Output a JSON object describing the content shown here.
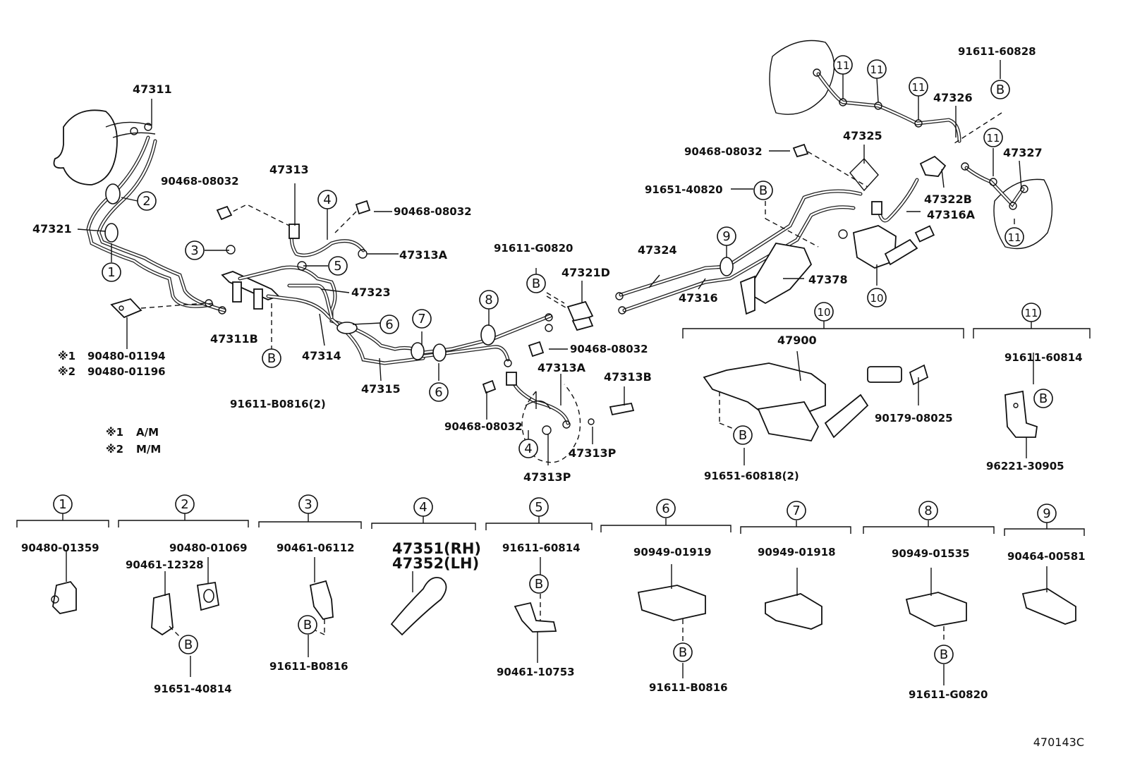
{
  "diagram": {
    "code": "470143C",
    "notes": [
      {
        "mark": "※1",
        "text": "A/M"
      },
      {
        "mark": "※2",
        "text": "M/M"
      }
    ],
    "labels": [
      {
        "id": "p47311",
        "text": "47311"
      },
      {
        "id": "p47321",
        "text": "47321"
      },
      {
        "id": "p47313",
        "text": "47313"
      },
      {
        "id": "p90468a",
        "text": "90468-08032"
      },
      {
        "id": "p90468b",
        "text": "90468-08032"
      },
      {
        "id": "p47313A",
        "text": "47313A"
      },
      {
        "id": "p47323",
        "text": "47323"
      },
      {
        "id": "p47311B",
        "text": "47311B"
      },
      {
        "id": "p47314",
        "text": "47314"
      },
      {
        "id": "p47315",
        "text": "47315"
      },
      {
        "id": "p91611B0816_2",
        "text": "91611-B0816(2)"
      },
      {
        "id": "p90480_01194",
        "text": "90480-01194"
      },
      {
        "id": "p90480_01196",
        "text": "90480-01196"
      },
      {
        "id": "p91611G0820",
        "text": "91611-G0820"
      },
      {
        "id": "p47321D",
        "text": "47321D"
      },
      {
        "id": "p90468c",
        "text": "90468-08032"
      },
      {
        "id": "p47313A2",
        "text": "47313A"
      },
      {
        "id": "p47313B",
        "text": "47313B"
      },
      {
        "id": "p90468d",
        "text": "90468-08032"
      },
      {
        "id": "p47313P",
        "text": "47313P"
      },
      {
        "id": "p47313P2",
        "text": "47313P"
      },
      {
        "id": "p47324",
        "text": "47324"
      },
      {
        "id": "p47316",
        "text": "47316"
      },
      {
        "id": "p47378",
        "text": "47378"
      },
      {
        "id": "p91651_40820",
        "text": "91651-40820"
      },
      {
        "id": "p90468e",
        "text": "90468-08032"
      },
      {
        "id": "p47325",
        "text": "47325"
      },
      {
        "id": "p47326",
        "text": "47326"
      },
      {
        "id": "p91611_60828",
        "text": "91611-60828"
      },
      {
        "id": "p47327",
        "text": "47327"
      },
      {
        "id": "p47322B",
        "text": "47322B"
      },
      {
        "id": "p47316A",
        "text": "47316A"
      },
      {
        "id": "p47900",
        "text": "47900"
      },
      {
        "id": "p90179",
        "text": "90179-08025"
      },
      {
        "id": "p91651_60818",
        "text": "91651-60818(2)"
      },
      {
        "id": "p91611_60814a",
        "text": "91611-60814"
      },
      {
        "id": "p96221",
        "text": "96221-30905"
      },
      {
        "id": "d1_a",
        "text": "90480-01359"
      },
      {
        "id": "d2_a",
        "text": "90480-01069"
      },
      {
        "id": "d2_b",
        "text": "90461-12328"
      },
      {
        "id": "d2_c",
        "text": "91651-40814"
      },
      {
        "id": "d3_a",
        "text": "90461-06112"
      },
      {
        "id": "d3_b",
        "text": "91611-B0816"
      },
      {
        "id": "d4_a",
        "text": "47351(RH)"
      },
      {
        "id": "d4_b",
        "text": "47352(LH)"
      },
      {
        "id": "d5_a",
        "text": "91611-60814"
      },
      {
        "id": "d5_b",
        "text": "90461-10753"
      },
      {
        "id": "d6_a",
        "text": "90949-01919"
      },
      {
        "id": "d6_b",
        "text": "91611-B0816"
      },
      {
        "id": "d7_a",
        "text": "90949-01918"
      },
      {
        "id": "d8_a",
        "text": "90949-01535"
      },
      {
        "id": "d8_b",
        "text": "91611-G0820"
      },
      {
        "id": "d9_a",
        "text": "90464-00581"
      }
    ],
    "callouts": {
      "c1": "1",
      "c2": "2",
      "c3": "3",
      "c4": "4",
      "c5": "5",
      "c6": "6",
      "c7": "7",
      "c8": "8",
      "c9": "9",
      "c10": "10",
      "c11": "11",
      "b": "B"
    }
  }
}
